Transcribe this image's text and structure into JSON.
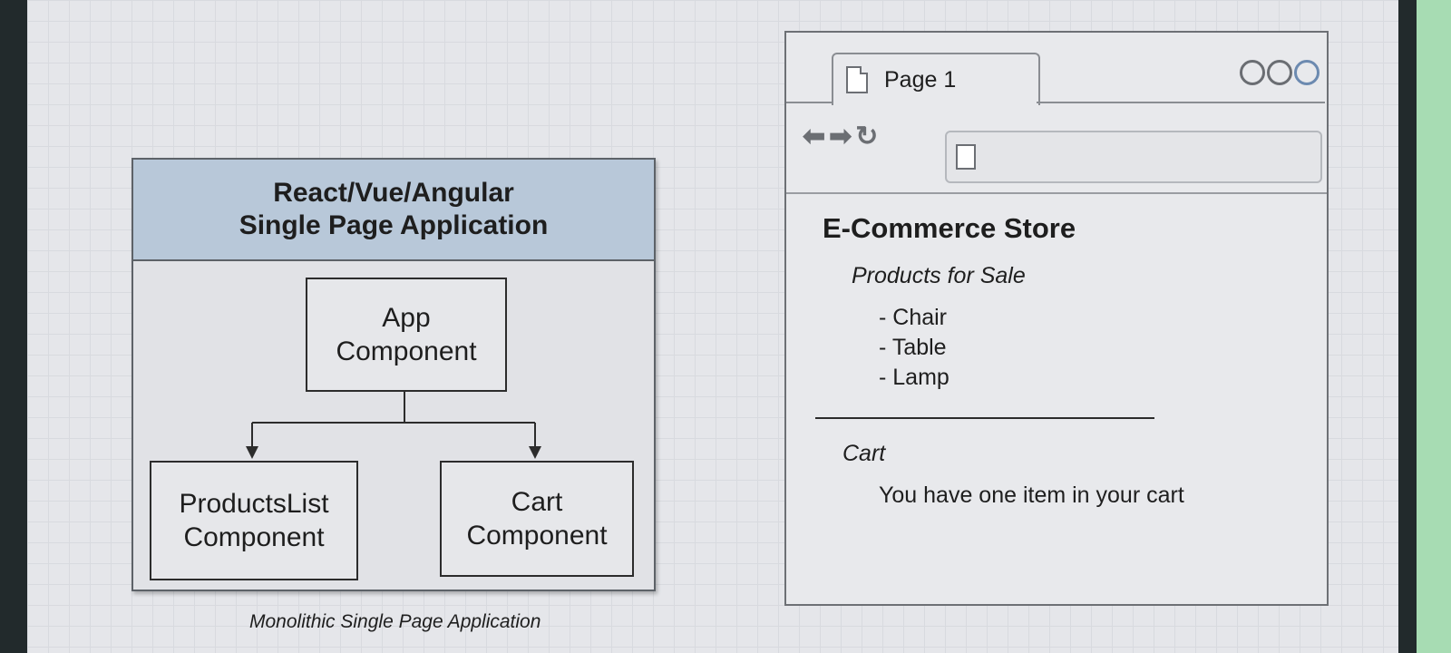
{
  "diagram": {
    "header_line1": "React/Vue/Angular",
    "header_line2": "Single Page Application",
    "components": {
      "app": [
        "App",
        "Component"
      ],
      "products_list": [
        "ProductsList",
        "Component"
      ],
      "cart": [
        "Cart",
        "Component"
      ]
    },
    "caption": "Monolithic Single Page Application"
  },
  "browser": {
    "tab_label": "Page 1",
    "icons": {
      "back": "arrow-left-icon",
      "forward": "arrow-right-icon",
      "reload": "reload-icon",
      "page": "page-icon"
    },
    "content": {
      "title": "E-Commerce Store",
      "products_heading": "Products for Sale",
      "products": [
        "- Chair",
        "- Table",
        "- Lamp"
      ],
      "cart_heading": "Cart",
      "cart_message": "You have one item in your cart"
    }
  },
  "colors": {
    "header_fill": "#b8c8d9",
    "border": "#2c2c2c",
    "background": "#e5e6ea"
  }
}
